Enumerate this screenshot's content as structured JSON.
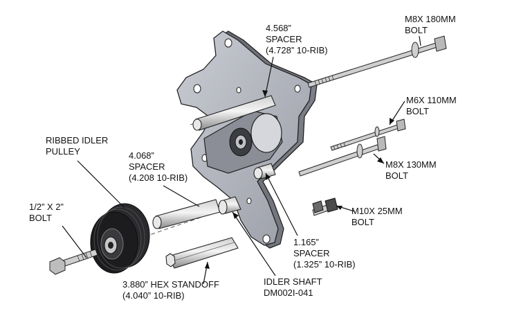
{
  "labels": {
    "spacer_4568": {
      "line1": "4.568”",
      "line2": "SPACER",
      "line3": "(4.728” 10-RIB)"
    },
    "bolt_m8x180": {
      "line1": "M8X 180MM",
      "line2": "BOLT"
    },
    "bolt_m6x110": {
      "line1": "M6X 110MM",
      "line2": "BOLT"
    },
    "ribbed_idler": {
      "line1": "RIBBED IDLER",
      "line2": "PULLEY"
    },
    "spacer_4068": {
      "line1": "4.068”",
      "line2": "SPACER",
      "line3": "(4.208 10-RIB)"
    },
    "bolt_m8x130": {
      "line1": "M8X 130MM",
      "line2": "BOLT"
    },
    "bolt_half_x2": {
      "line1": "1/2” X 2”",
      "line2": "BOLT"
    },
    "bolt_m10x25": {
      "line1": "M10X 25MM",
      "line2": "BOLT"
    },
    "spacer_1165": {
      "line1": "1.165”",
      "line2": "SPACER",
      "line3": "(1.325” 10-RIB)"
    },
    "hex_standoff": {
      "line1": "3.880” HEX STANDOFF",
      "line2": "(4.040” 10-RIB)"
    },
    "idler_shaft": {
      "line1": "IDLER SHAFT",
      "line2": "DM002I-041"
    }
  }
}
